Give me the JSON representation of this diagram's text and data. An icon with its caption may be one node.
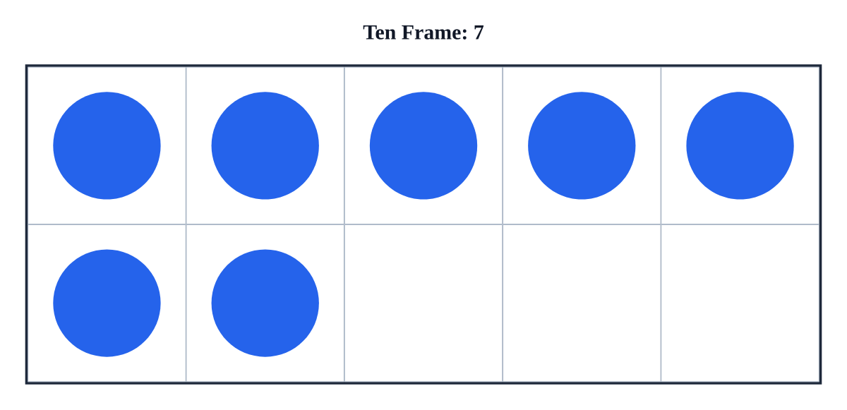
{
  "diagram": {
    "title": "Ten Frame: 7",
    "nodes": [
      {
        "text": [],
        "shape": "box"
      },
      {
        "text": [],
        "shape": "box",
        "in": 0
      },
      {
        "text": [],
        "shape": "circle",
        "in": 1
      },
      {
        "text": [],
        "shape": "box",
        "in": 0
      },
      {
        "text": [],
        "shape": "circle",
        "in": 3
      },
      {
        "text": [],
        "shape": "box",
        "in": 0
      },
      {
        "text": [],
        "shape": "circle",
        "in": 5
      },
      {
        "text": [],
        "shape": "box",
        "in": 0
      },
      {
        "text": [],
        "shape": "circle",
        "in": 7
      },
      {
        "text": [],
        "shape": "box",
        "in": 0
      },
      {
        "text": [],
        "shape": "circle",
        "in": 9
      },
      {
        "text": [],
        "shape": "box",
        "in": 0
      },
      {
        "text": [],
        "shape": "circle",
        "in": 11
      },
      {
        "text": [],
        "shape": "box",
        "in": 0
      },
      {
        "text": [],
        "shape": "circle",
        "in": 13
      },
      {
        "text": [],
        "shape": "box",
        "in": 0
      },
      {
        "text": [],
        "shape": "box",
        "in": 0
      },
      {
        "text": [],
        "shape": "box",
        "in": 0
      }
    ]
  }
}
